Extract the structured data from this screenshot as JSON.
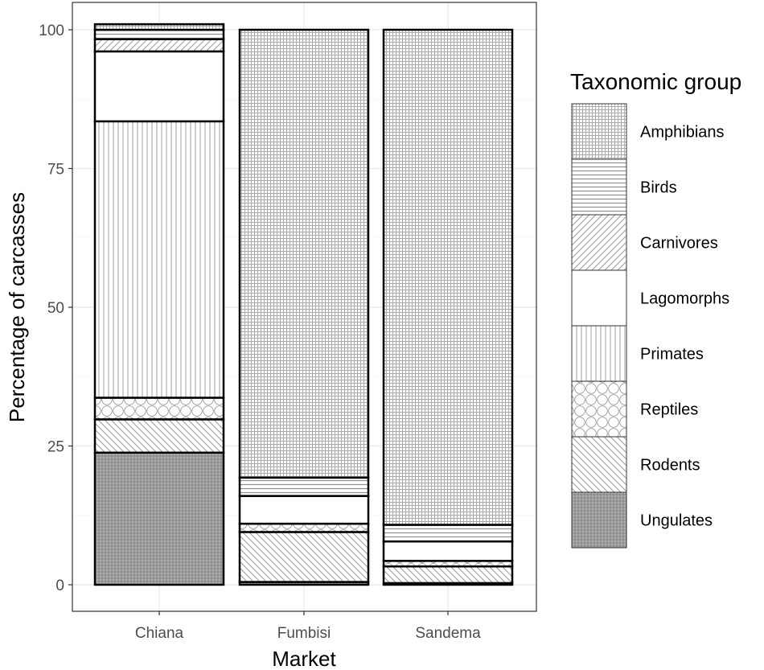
{
  "chart_data": {
    "type": "bar",
    "stacked": true,
    "xlabel": "Market",
    "ylabel": "Percentage of carcasses",
    "ylim": [
      0,
      100
    ],
    "yticks": [
      0,
      25,
      50,
      75,
      100
    ],
    "grid": true,
    "legend_position": "right",
    "legend_title": "Taxonomic group",
    "categories": [
      "Chiana",
      "Fumbisi",
      "Sandema"
    ],
    "series": [
      {
        "name": "Ungulates",
        "pattern": "dots-dense",
        "values": [
          23.8,
          0.5,
          0.3
        ]
      },
      {
        "name": "Rodents",
        "pattern": "diagonal-back",
        "values": [
          6.0,
          9.0,
          3.0
        ]
      },
      {
        "name": "Reptiles",
        "pattern": "circles",
        "values": [
          3.9,
          1.5,
          1.0
        ]
      },
      {
        "name": "Primates",
        "pattern": "vertical",
        "values": [
          49.8,
          0.0,
          0.0
        ]
      },
      {
        "name": "Lagomorphs",
        "pattern": "none",
        "values": [
          12.6,
          5.0,
          3.5
        ]
      },
      {
        "name": "Carnivores",
        "pattern": "diagonal-forward",
        "values": [
          2.2,
          0.0,
          0.0
        ]
      },
      {
        "name": "Birds",
        "pattern": "horizontal",
        "values": [
          1.7,
          3.3,
          3.0
        ]
      },
      {
        "name": "Amphibians",
        "pattern": "grid",
        "values": [
          1.0,
          80.7,
          89.2
        ]
      }
    ],
    "legend_order": [
      "Amphibians",
      "Birds",
      "Carnivores",
      "Lagomorphs",
      "Primates",
      "Reptiles",
      "Rodents",
      "Ungulates"
    ]
  }
}
